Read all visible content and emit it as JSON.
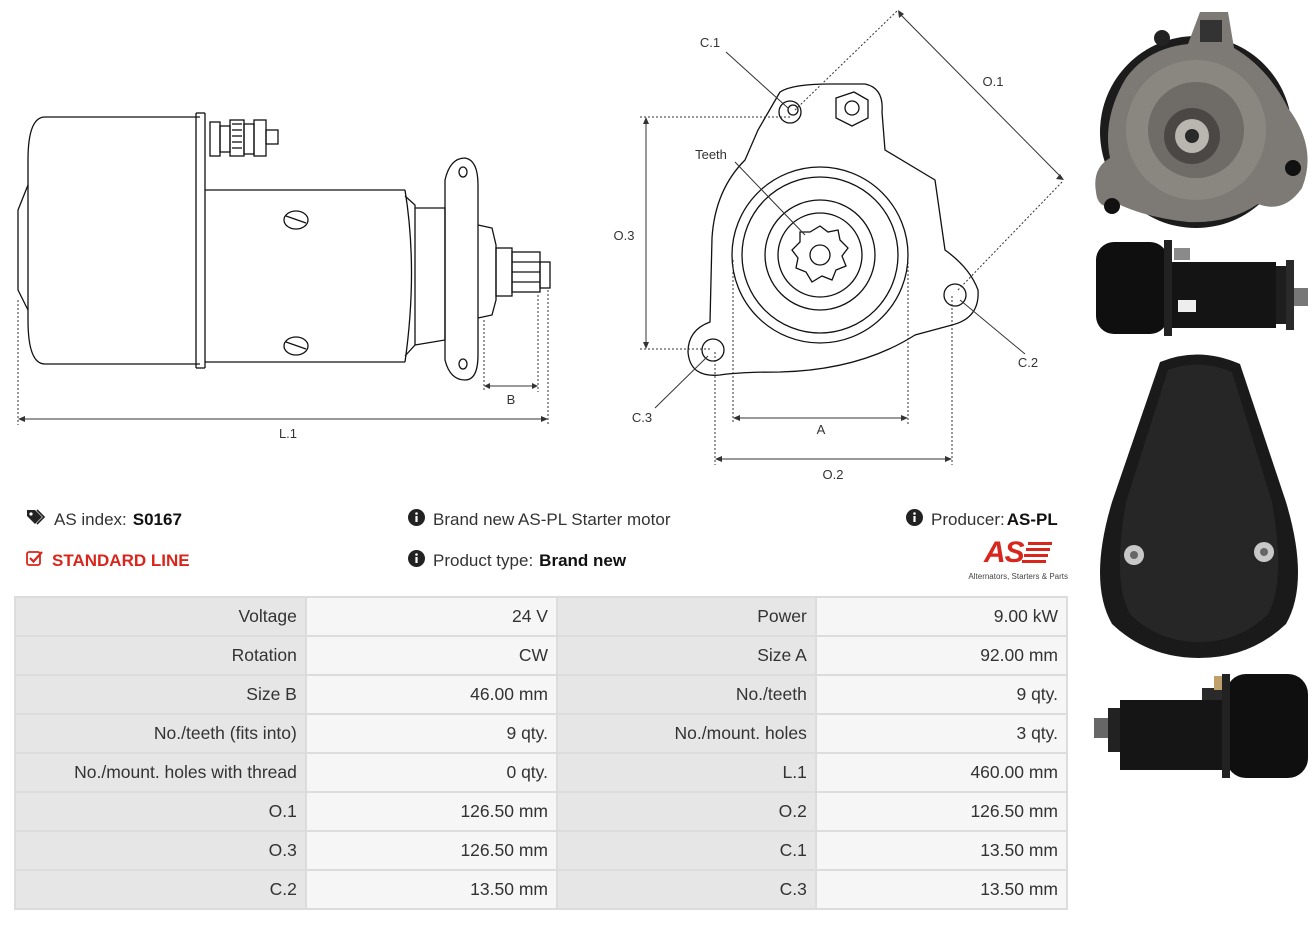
{
  "diagram_labels": {
    "l1": "L.1",
    "b": "B",
    "a": "A",
    "o1": "O.1",
    "o2": "O.2",
    "o3": "O.3",
    "c1": "C.1",
    "c2": "C.2",
    "c3": "C.3",
    "teeth": "Teeth"
  },
  "info": {
    "as_index_label": "AS index:",
    "as_index_value": "S0167",
    "description": "Brand new AS-PL Starter motor",
    "producer_label": "Producer:",
    "producer_value": "AS-PL",
    "line": "STANDARD LINE",
    "product_type_label": "Product type:",
    "product_type_value": "Brand new"
  },
  "logo": {
    "mark": "AS",
    "tagline": "Alternators, Starters & Parts"
  },
  "specs": [
    [
      "Voltage",
      "24 V",
      "Power",
      "9.00 kW"
    ],
    [
      "Rotation",
      "CW",
      "Size A",
      "92.00 mm"
    ],
    [
      "Size B",
      "46.00 mm",
      "No./teeth",
      "9 qty."
    ],
    [
      "No./teeth (fits into)",
      "9 qty.",
      "No./mount. holes",
      "3 qty."
    ],
    [
      "No./mount. holes with thread",
      "0 qty.",
      "L.1",
      "460.00 mm"
    ],
    [
      "O.1",
      "126.50 mm",
      "O.2",
      "126.50 mm"
    ],
    [
      "O.3",
      "126.50 mm",
      "C.1",
      "13.50 mm"
    ],
    [
      "C.2",
      "13.50 mm",
      "C.3",
      "13.50 mm"
    ]
  ],
  "colors": {
    "accent_red": "#d9261c",
    "label_cell": "#e6e6e6",
    "value_cell": "#f6f6f6"
  }
}
